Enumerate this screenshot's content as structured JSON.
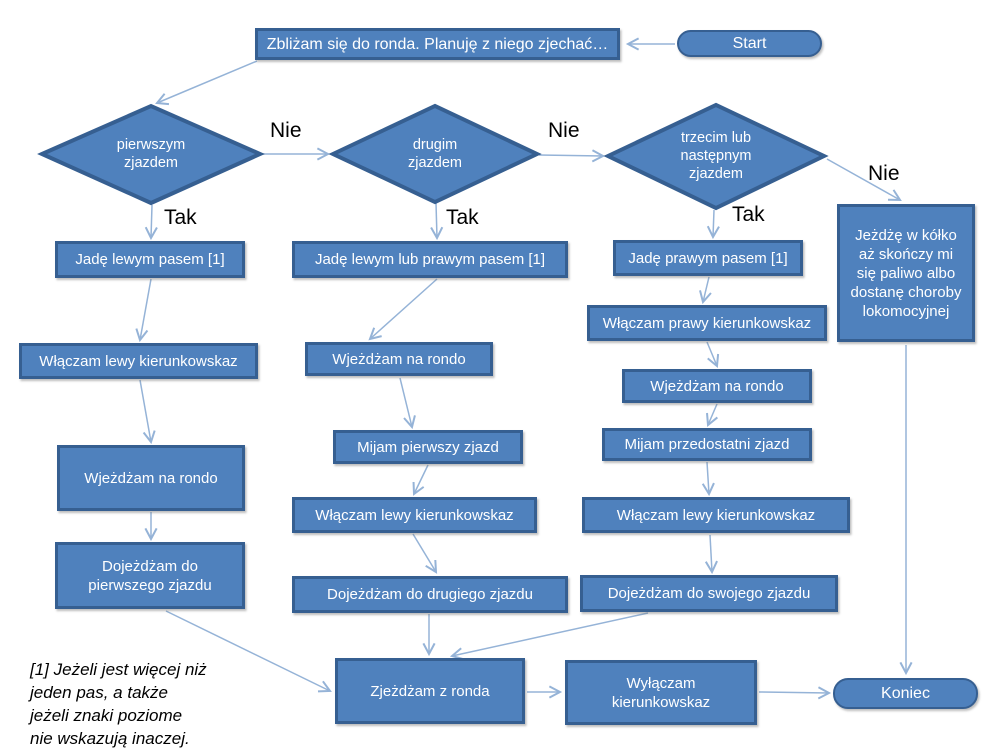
{
  "colors": {
    "node_fill": "#4f81bd",
    "node_border": "#365f91",
    "arrow": "#95b3d7",
    "node_text": "#ffffff",
    "label": "#000000",
    "background": "#ffffff"
  },
  "labels": {
    "no": "Nie",
    "yes": "Tak"
  },
  "nodes": {
    "start": "Start",
    "intro": "Zbliżam się do ronda. Planuję z niego zjechać…",
    "exit_first": "pierwszym\nzjazdem",
    "exit_second": "drugim\nzjazdem",
    "exit_third": "trzecim lub\nnastępnym\nzjazdem",
    "loop_forever": "Jeżdżę w kółko\naż skończy mi\nsię paliwo albo\ndostanę choroby\nlokomocyjnej",
    "left_lane": "Jadę lewym pasem [1]",
    "left_signal_1": "Włączam lewy kierunkowskaz",
    "enter_1": "Wjeżdżam na rondo",
    "reach_first": "Dojeżdżam do\npierwszego zjazdu",
    "left_or_right_lane": "Jadę lewym lub prawym pasem [1]",
    "enter_2": "Wjeżdżam na rondo",
    "pass_first": "Mijam pierwszy zjazd",
    "left_signal_2": "Włączam lewy kierunkowskaz",
    "reach_second": "Dojeżdżam do drugiego zjazdu",
    "right_lane": "Jadę prawym pasem [1]",
    "right_signal": "Włączam prawy kierunkowskaz",
    "enter_3": "Wjeżdżam na rondo",
    "pass_penultimate": "Mijam przedostatni zjazd",
    "left_signal_3": "Włączam lewy kierunkowskaz",
    "reach_own": "Dojeżdżam do swojego zjazdu",
    "exit_roundabout": "Zjeżdżam z ronda",
    "signal_off": "Wyłączam\nkierunkowskaz",
    "end": "Koniec"
  },
  "footnote": "[1] Jeżeli jest więcej niż\njeden pas, a także\njeżeli znaki poziome\nnie wskazują inaczej."
}
